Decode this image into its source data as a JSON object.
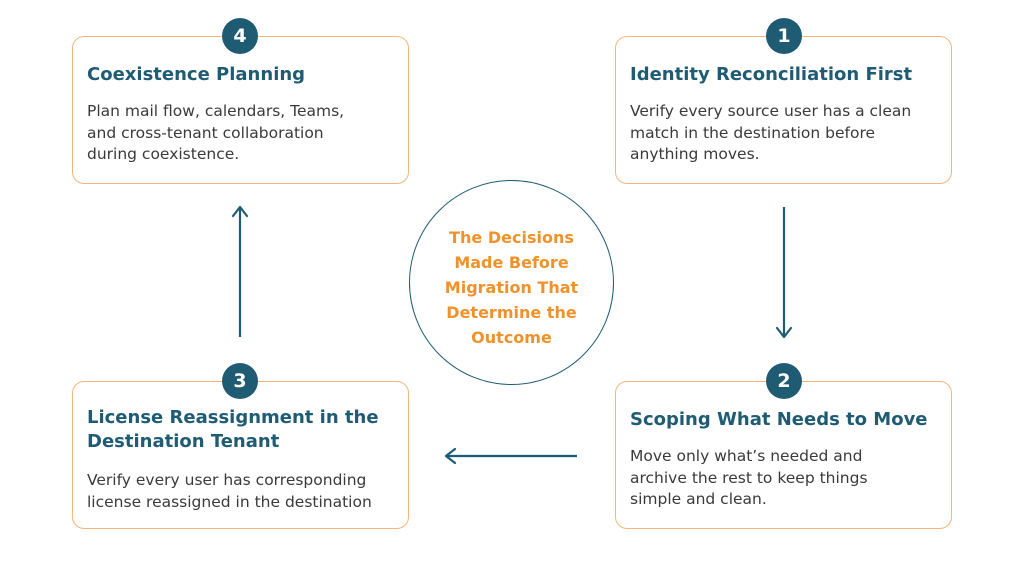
{
  "center": {
    "lines": [
      "The Decisions",
      "Made Before",
      "Migration That",
      "Determine the",
      "Outcome"
    ]
  },
  "steps": [
    {
      "number": "1",
      "title_lines": [
        "Identity Reconciliation First"
      ],
      "body_lines": [
        "Verify every source user has a clean",
        "match in the destination before",
        "anything moves."
      ]
    },
    {
      "number": "2",
      "title_lines": [
        "Scoping What Needs to Move"
      ],
      "body_lines": [
        "Move only what’s needed and",
        "archive the rest to keep things",
        "simple and clean."
      ]
    },
    {
      "number": "3",
      "title_lines": [
        "License Reassignment in the",
        "Destination Tenant"
      ],
      "body_lines": [
        "Verify every user has corresponding",
        "license reassigned in the destination"
      ]
    },
    {
      "number": "4",
      "title_lines": [
        "Coexistence Planning"
      ],
      "body_lines": [
        "Plan mail flow, calendars, Teams,",
        "and cross-tenant collaboration",
        "during coexistence."
      ]
    }
  ],
  "colors": {
    "accent": "#1f5b73",
    "highlight": "#f0922b",
    "card_border": "#f2b77a",
    "body_text": "#3a3a3a"
  }
}
